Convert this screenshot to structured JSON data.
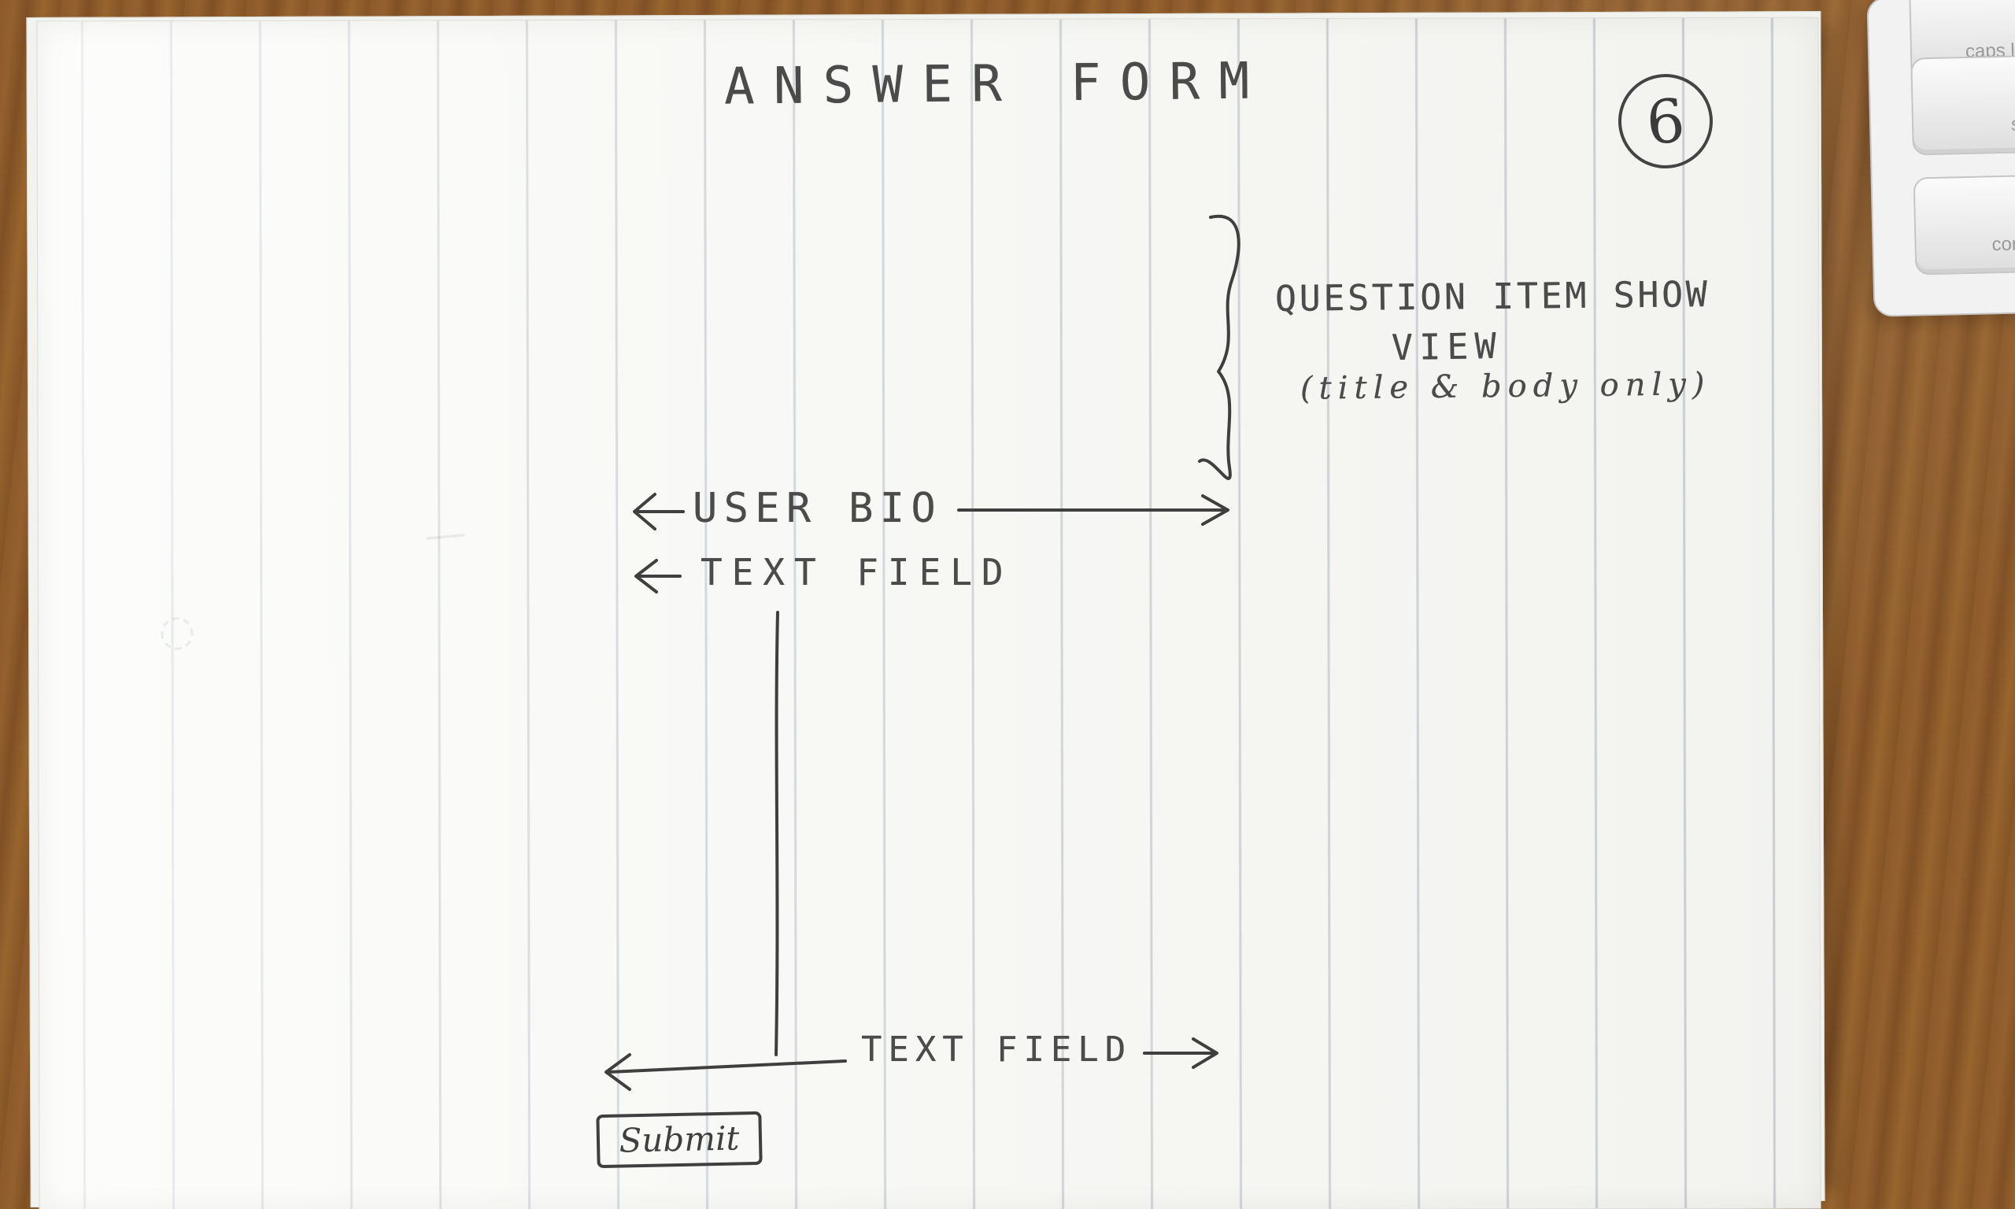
{
  "sketch": {
    "title": "ANSWER FORM",
    "page_number": "6",
    "question_item": {
      "line1": "QUESTION ITEM SHOW",
      "line2": "VIEW",
      "line3": "(title & body only)"
    },
    "user_bio": "USER BIO",
    "text_field_top": "TEXT FIELD",
    "text_field_bottom": "TEXT FIELD",
    "submit_label": "Submit"
  },
  "keyboard": {
    "keys": [
      "caps lock",
      "shift",
      "control"
    ]
  },
  "colors": {
    "ink": "#3f3f3f",
    "paper": "#f7f7f4",
    "desk": "#8b5a2b",
    "keyboard": "#f2f2f2"
  },
  "icons": {
    "left_arrow": "left-arrow-icon",
    "right_arrow": "right-arrow-icon",
    "brace": "curly-brace-icon"
  }
}
